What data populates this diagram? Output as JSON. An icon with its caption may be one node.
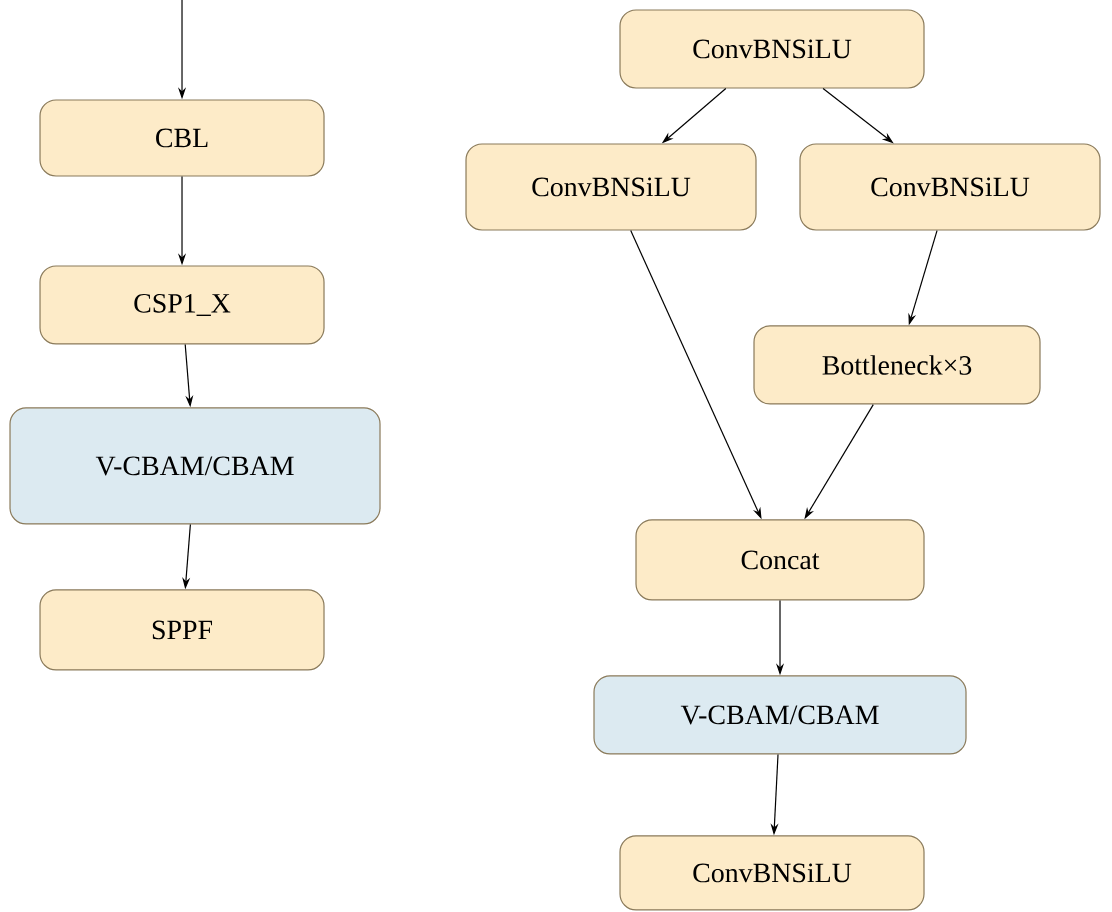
{
  "diagram": {
    "nodes": [
      {
        "text": [
          "CBL"
        ]
      },
      {
        "text": [
          "CSP1_X"
        ]
      },
      {
        "text": [
          "V-CBAM/CBAM"
        ]
      },
      {
        "text": [
          "SPPF"
        ]
      },
      {
        "text": [
          "ConvBNSiLU"
        ]
      },
      {
        "text": [
          "ConvBNSiLU"
        ]
      },
      {
        "text": [
          "ConvBNSiLU"
        ]
      },
      {
        "text": [
          "Bottleneck×3"
        ]
      },
      {
        "text": [
          "Concat"
        ]
      },
      {
        "text": [
          "V-CBAM/CBAM"
        ]
      },
      {
        "text": [
          "ConvBNSiLU"
        ]
      }
    ],
    "edges": [
      {
        "from": null,
        "to": 0,
        "arrow": "to"
      },
      {
        "from": 0,
        "to": 1,
        "arrow": "to"
      },
      {
        "from": 1,
        "to": 2,
        "arrow": "to"
      },
      {
        "from": 2,
        "to": 3,
        "arrow": "to"
      },
      {
        "from": 4,
        "to": 5,
        "arrow": "to"
      },
      {
        "from": 4,
        "to": 6,
        "arrow": "to"
      },
      {
        "from": 6,
        "to": 7,
        "arrow": "to"
      },
      {
        "from": 5,
        "to": 8,
        "arrow": "to"
      },
      {
        "from": 7,
        "to": 8,
        "arrow": "to"
      },
      {
        "from": 8,
        "to": 9,
        "arrow": "to"
      },
      {
        "from": 9,
        "to": 10,
        "arrow": "to"
      }
    ]
  }
}
